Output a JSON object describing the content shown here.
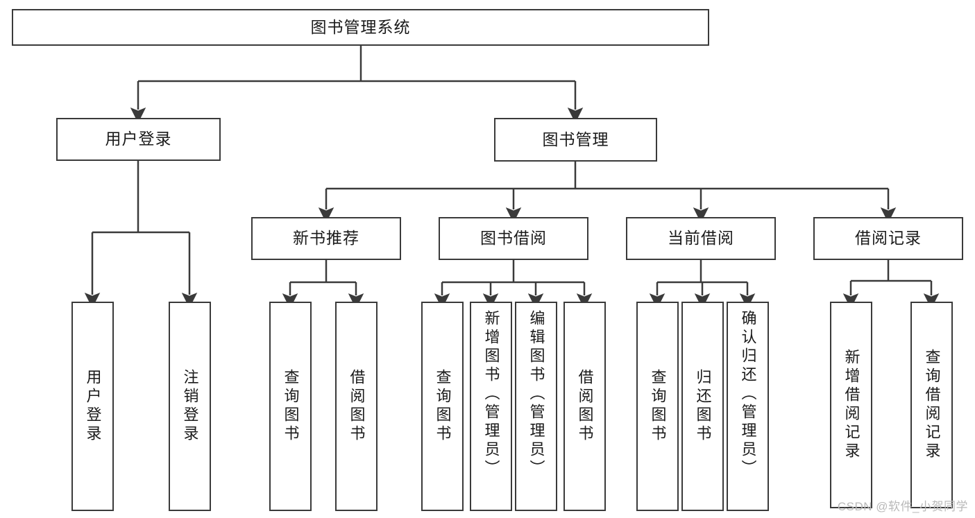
{
  "diagram": {
    "type": "tree-flowchart",
    "title": "图书管理系统",
    "stroke_color": "#3a3a3a",
    "fill_color": "#ffffff",
    "text_color": "#1a1a1a",
    "nodes": {
      "root": {
        "label": "图书管理系统"
      },
      "level2": [
        {
          "label": "用户登录"
        },
        {
          "label": "图书管理"
        }
      ],
      "level3": [
        {
          "label": "新书推荐"
        },
        {
          "label": "图书借阅"
        },
        {
          "label": "当前借阅"
        },
        {
          "label": "借阅记录"
        }
      ],
      "leaves": [
        {
          "label": "用户登录"
        },
        {
          "label": "注销登录"
        },
        {
          "label": "查询图书"
        },
        {
          "label": "借阅图书"
        },
        {
          "label": "查询图书"
        },
        {
          "label": "新增图书（管理员）"
        },
        {
          "label": "编辑图书（管理员）"
        },
        {
          "label": "借阅图书"
        },
        {
          "label": "查询图书"
        },
        {
          "label": "归还图书"
        },
        {
          "label": "确认归还（管理员）"
        },
        {
          "label": "新增借阅记录"
        },
        {
          "label": "查询借阅记录"
        }
      ]
    }
  },
  "watermark": {
    "text": "CSDN @软件_小贺同学"
  }
}
